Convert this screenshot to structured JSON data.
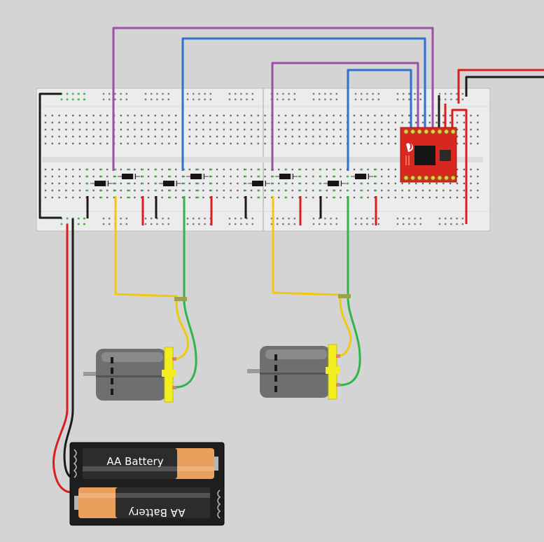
{
  "colors": {
    "background": "#d4d4d4",
    "breadboard": "#ececec",
    "wire_purple": "#9b4fa5",
    "wire_blue": "#2f6fd0",
    "wire_red": "#d81e1e",
    "wire_black": "#1a1a1a",
    "wire_yellow": "#f2c80f",
    "wire_green": "#2fb54a",
    "driver_board": "#d8271f",
    "motor_body": "#6f6f6f",
    "motor_cap": "#f3ee22",
    "battery_body": "#e9a05c"
  },
  "batteries": [
    {
      "label": "AA Battery",
      "orientation": "normal"
    },
    {
      "label": "AA Battery",
      "orientation": "inverted"
    }
  ],
  "icons": {
    "driver_logo": "flame-logo-icon",
    "diode": "diode-icon",
    "motor": "dc-motor-icon"
  }
}
